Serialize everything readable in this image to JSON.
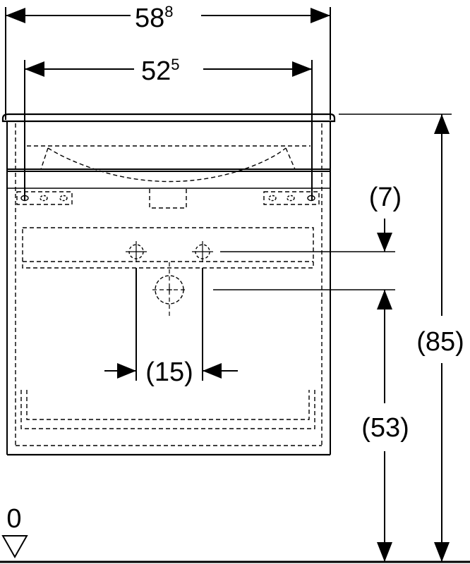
{
  "dimensions": {
    "overall_width": {
      "main": "58",
      "sup": "8"
    },
    "inner_width": {
      "main": "52",
      "sup": "5"
    },
    "top_offset": "(7)",
    "hole_spacing": "(15)",
    "outlet_height": "(53)",
    "total_height": "(85)",
    "floor_level": "0"
  },
  "colors": {
    "line": "#000000",
    "background": "#ffffff"
  }
}
